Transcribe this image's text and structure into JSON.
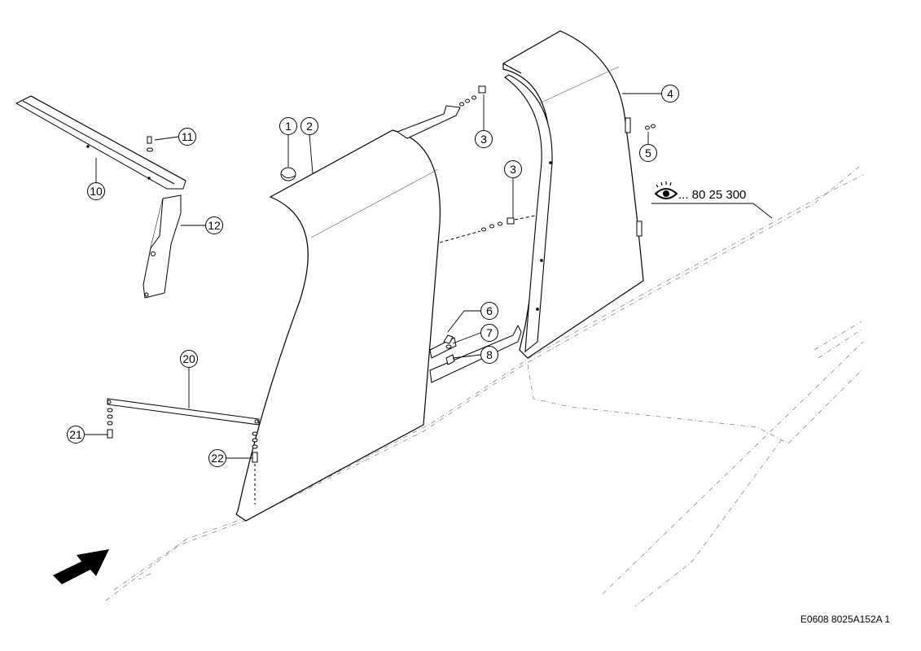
{
  "callouts": [
    {
      "id": "c1",
      "label": "1"
    },
    {
      "id": "c2",
      "label": "2"
    },
    {
      "id": "c3a",
      "label": "3"
    },
    {
      "id": "c3b",
      "label": "3"
    },
    {
      "id": "c4",
      "label": "4"
    },
    {
      "id": "c5",
      "label": "5"
    },
    {
      "id": "c6",
      "label": "6"
    },
    {
      "id": "c7",
      "label": "7"
    },
    {
      "id": "c8",
      "label": "8"
    },
    {
      "id": "c10",
      "label": "10"
    },
    {
      "id": "c11",
      "label": "11"
    },
    {
      "id": "c12",
      "label": "12"
    },
    {
      "id": "c20",
      "label": "20"
    },
    {
      "id": "c21",
      "label": "21"
    },
    {
      "id": "c22",
      "label": "22"
    }
  ],
  "reference": {
    "icon": "eye-icon",
    "text": "... 80 25 300"
  },
  "footer": {
    "code": "E0608 8025A152A 1"
  },
  "icons": {
    "direction": "arrow-icon"
  }
}
